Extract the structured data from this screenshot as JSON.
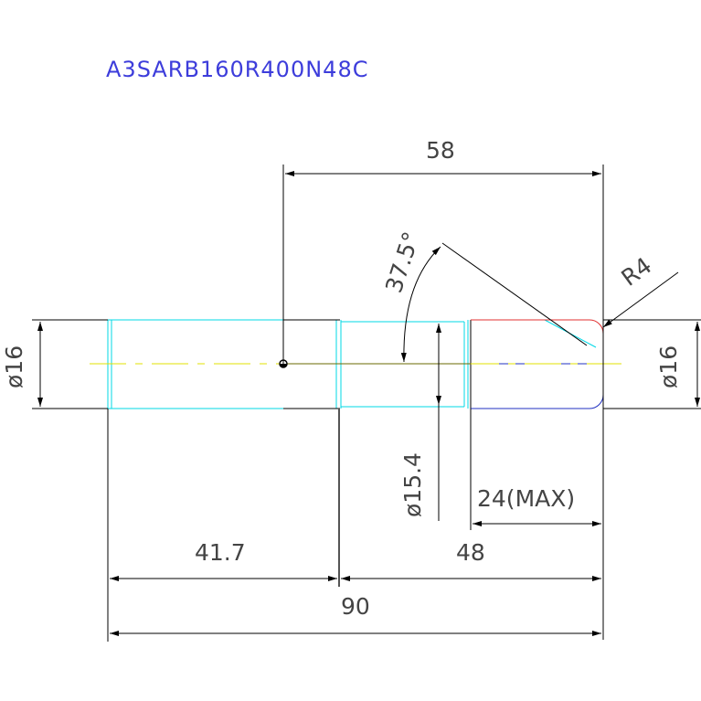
{
  "drawing": {
    "part_number": "A3SARB160R400N48C",
    "dimensions": {
      "d58": "58",
      "angle": "37.5°",
      "radius": "R4",
      "dia16_left": "ø16",
      "dia16_right": "ø16",
      "dia15_4": "ø15.4",
      "d24max": "24(MAX)",
      "d41_7": "41.7",
      "d48": "48",
      "d90": "90"
    },
    "colors": {
      "dimension": "#000000",
      "shank": "#00d8e6",
      "centerline": "#e0e000",
      "tip_upper": "#e03030",
      "tip_lower": "#2030c0",
      "title": "#3d3ddb"
    }
  }
}
